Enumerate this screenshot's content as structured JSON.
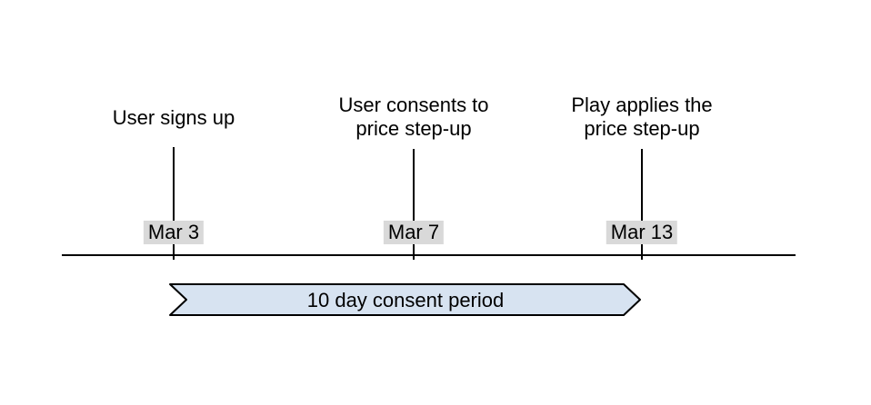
{
  "diagram": {
    "events": [
      {
        "label": "User signs up",
        "date": "Mar 3"
      },
      {
        "label": "User consents to price step-up",
        "date": "Mar 7"
      },
      {
        "label": "Play applies the price step-up",
        "date": "Mar 13"
      }
    ],
    "period_banner": {
      "label": "10 day consent period"
    },
    "colors": {
      "background": "#ffffff",
      "ink": "#000000",
      "banner_fill": "#d7e3f1",
      "date_chip_bg": "#d9d9d9"
    }
  }
}
